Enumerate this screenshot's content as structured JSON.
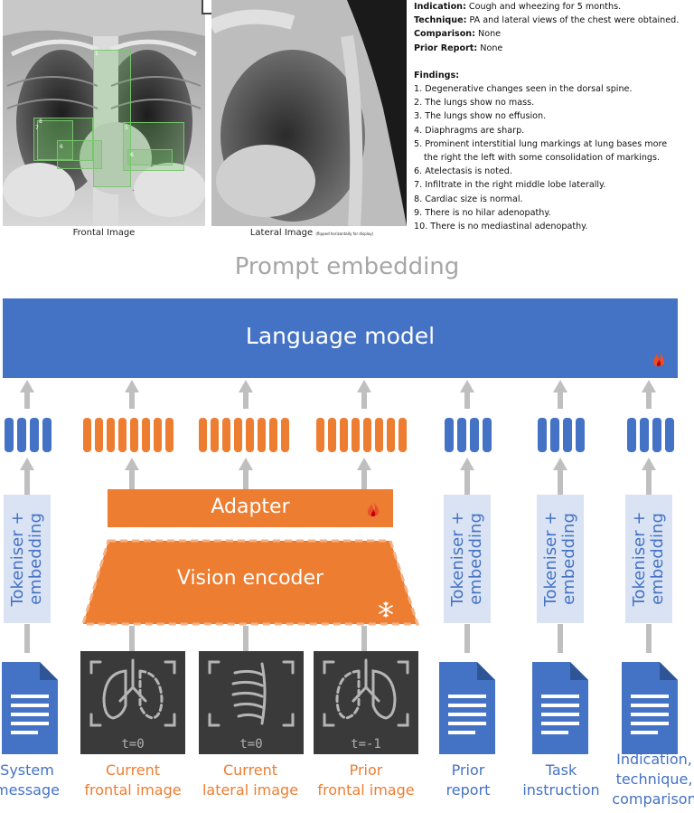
{
  "report": {
    "indication_label": "Indication:",
    "indication_value": "Cough and wheezing for 5 months.",
    "technique_label": "Technique:",
    "technique_value": "PA and lateral views of the chest were obtained.",
    "comparison_label": "Comparison:",
    "comparison_value": "None",
    "prior_label": "Prior Report:",
    "prior_value": "None",
    "findings_label": "Findings:",
    "findings": [
      "1. Degenerative changes seen in the dorsal spine.",
      "2. The lungs show no mass.",
      "3. The lungs show no effusion.",
      "4. Diaphragms are sharp.",
      "5. Prominent interstitial lung markings at lung bases more",
      "the right the left with some consolidation of markings.",
      "6. Atelectasis is noted.",
      "7. Infiltrate in the right middle lobe laterally.",
      "8. Cardiac size is normal.",
      "9. There is no hilar adenopathy.",
      "10. There is no mediastinal adenopathy."
    ]
  },
  "images": {
    "frontal_caption": "Frontal Image",
    "lateral_caption": "Lateral Image",
    "lateral_note": "(flipped horizontally for display)",
    "box_labels": [
      "1",
      "5",
      "6",
      "7",
      "8",
      "6"
    ]
  },
  "diagram": {
    "title": "Prompt embedding",
    "language_model": "Language model",
    "adapter": "Adapter",
    "vision_encoder": "Vision encoder",
    "tokeniser": "Tokeniser +\nembedding",
    "t_current": "t=0",
    "t_lateral": "t=0",
    "t_prior": "t=-1",
    "labels": {
      "system": [
        "System",
        "message"
      ],
      "current_frontal": [
        "Current",
        "frontal image"
      ],
      "current_lateral": [
        "Current",
        "lateral image"
      ],
      "prior_frontal": [
        "Prior",
        "frontal image"
      ],
      "prior_report": [
        "Prior",
        "report"
      ],
      "task": [
        "Task",
        "instruction"
      ],
      "indication": [
        "Indication,",
        "technique,",
        "comparison"
      ]
    },
    "colors": {
      "blue": "#4472c4",
      "orange": "#ed7d31",
      "light_blue": "#dae3f3",
      "grey": "#a6a6a6",
      "tile": "#3a3a3a"
    }
  }
}
